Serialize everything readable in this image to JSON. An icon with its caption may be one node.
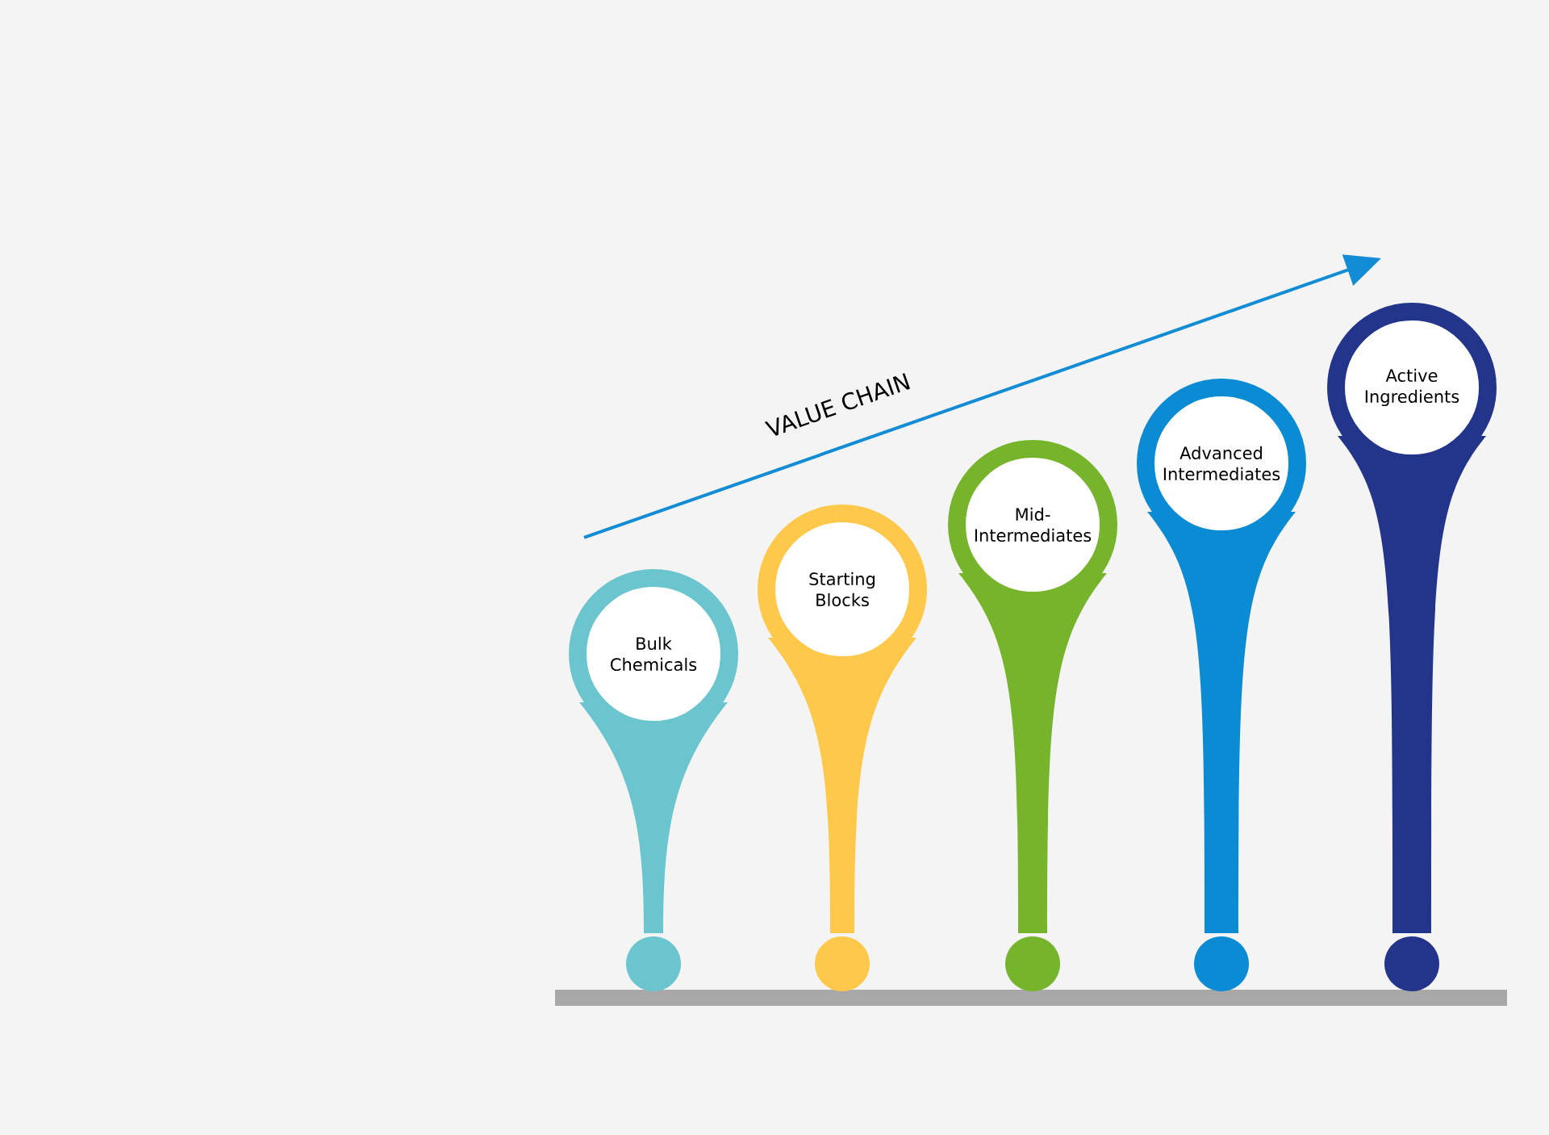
{
  "diagram": {
    "nodes": [
      {
        "text": [
          "Bulk Chemicals"
        ]
      },
      {
        "text": [
          "Starting Blocks"
        ]
      },
      {
        "text": [
          "Mid-Intermediates"
        ]
      },
      {
        "text": [
          "Advanced Intermediates"
        ]
      },
      {
        "text": [
          "Active Ingredients"
        ]
      }
    ],
    "edges": [],
    "labels": [
      "VALUE CHAIN"
    ]
  }
}
